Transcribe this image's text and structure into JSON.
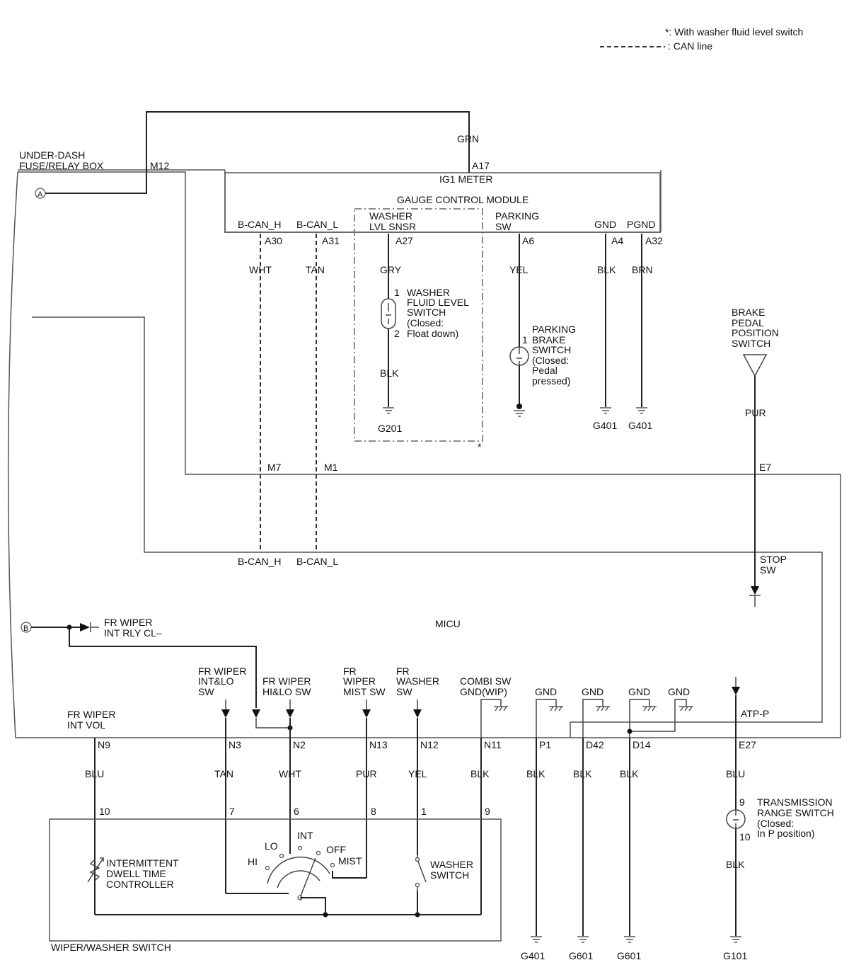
{
  "legend": {
    "note": "*: With washer fluid level switch",
    "can_line": ": CAN line"
  },
  "connectors": {
    "a": "A",
    "b": "B"
  },
  "fuse_box": {
    "line1": "UNDER-DASH",
    "line2": "FUSE/RELAY BOX",
    "pin_m12": "M12"
  },
  "gauge": {
    "wire_grn": "GRN",
    "pin_a17": "A17",
    "ig1_meter": "IG1 METER",
    "title": "GAUGE CONTROL MODULE",
    "bcan_h": "B-CAN_H",
    "bcan_l": "B-CAN_L",
    "washer_lvl_1": "WASHER",
    "washer_lvl_2": "LVL SNSR",
    "parking_1": "PARKING",
    "parking_2": "SW",
    "gnd": "GND",
    "pgnd": "PGND",
    "pin_a30": "A30",
    "pin_a31": "A31",
    "pin_a27": "A27",
    "pin_a6": "A6",
    "pin_a4": "A4",
    "pin_a32": "A32",
    "wire_wht": "WHT",
    "wire_tan": "TAN",
    "wire_gry": "GRY",
    "wire_yel": "YEL",
    "wire_blk": "BLK",
    "wire_brn": "BRN"
  },
  "washer_level_switch": {
    "pin1": "1",
    "pin2": "2",
    "l1": "WASHER",
    "l2": "FLUID LEVEL",
    "l3": "SWITCH",
    "l4": "(Closed:",
    "l5": "Float down)",
    "wire_blk": "BLK",
    "ground": "G201",
    "asterisk": "*"
  },
  "parking_brake_switch": {
    "pin1": "1",
    "l1": "PARKING",
    "l2": "BRAKE",
    "l3": "SWITCH",
    "l4": "(Closed:",
    "l5": "Pedal",
    "l6": "pressed)"
  },
  "gauge_grounds": {
    "g1": "G401",
    "g2": "G401"
  },
  "brake_pedal": {
    "l1": "BRAKE",
    "l2": "PEDAL",
    "l3": "POSITION",
    "l4": "SWITCH",
    "wire_pur": "PUR",
    "pin_e7": "E7",
    "stop1": "STOP",
    "stop2": "SW"
  },
  "fuse_pins": {
    "m7": "M7",
    "m1": "M1"
  },
  "micu": {
    "title": "MICU",
    "bcan_h": "B-CAN_H",
    "bcan_l": "B-CAN_L",
    "rly1": "FR WIPER",
    "rly2": "INT RLY CL–",
    "int_vol_1": "FR WIPER",
    "int_vol_2": "INT VOL",
    "intlo_1": "FR WIPER",
    "intlo_2": "INT&LO",
    "intlo_3": "SW",
    "hilo_1": "FR WIPER",
    "hilo_2": "HI&LO SW",
    "mist_1": "FR",
    "mist_2": "WIPER",
    "mist_3": "MIST SW",
    "washer_1": "FR",
    "washer_2": "WASHER",
    "washer_3": "SW",
    "combi_1": "COMBI SW",
    "combi_2": "GND(WIP)",
    "gnd": "GND",
    "atp": "ATP-P",
    "pins": [
      "N9",
      "N3",
      "N2",
      "N13",
      "N12",
      "N11",
      "P1",
      "D42",
      "D14",
      "E27"
    ],
    "wires": [
      "BLU",
      "TAN",
      "WHT",
      "PUR",
      "YEL",
      "BLK",
      "BLK",
      "BLK",
      "BLK",
      "BLU"
    ]
  },
  "wiper_switch": {
    "title": "WIPER/WASHER SWITCH",
    "pins": [
      "10",
      "7",
      "6",
      "8",
      "1",
      "9"
    ],
    "dwell_1": "INTERMITTENT",
    "dwell_2": "DWELL TIME",
    "dwell_3": "CONTROLLER",
    "pos_hi": "HI",
    "pos_lo": "LO",
    "pos_int": "INT",
    "pos_off": "OFF",
    "pos_mist": "MIST",
    "washer_1": "WASHER",
    "washer_2": "SWITCH"
  },
  "transmission": {
    "pin9": "9",
    "pin10": "10",
    "l1": "TRANSMISSION",
    "l2": "RANGE SWITCH",
    "l3": "(Closed:",
    "l4": "In P position)",
    "wire_blk": "BLK"
  },
  "bottom_grounds": [
    "G401",
    "G601",
    "G601",
    "G101"
  ]
}
